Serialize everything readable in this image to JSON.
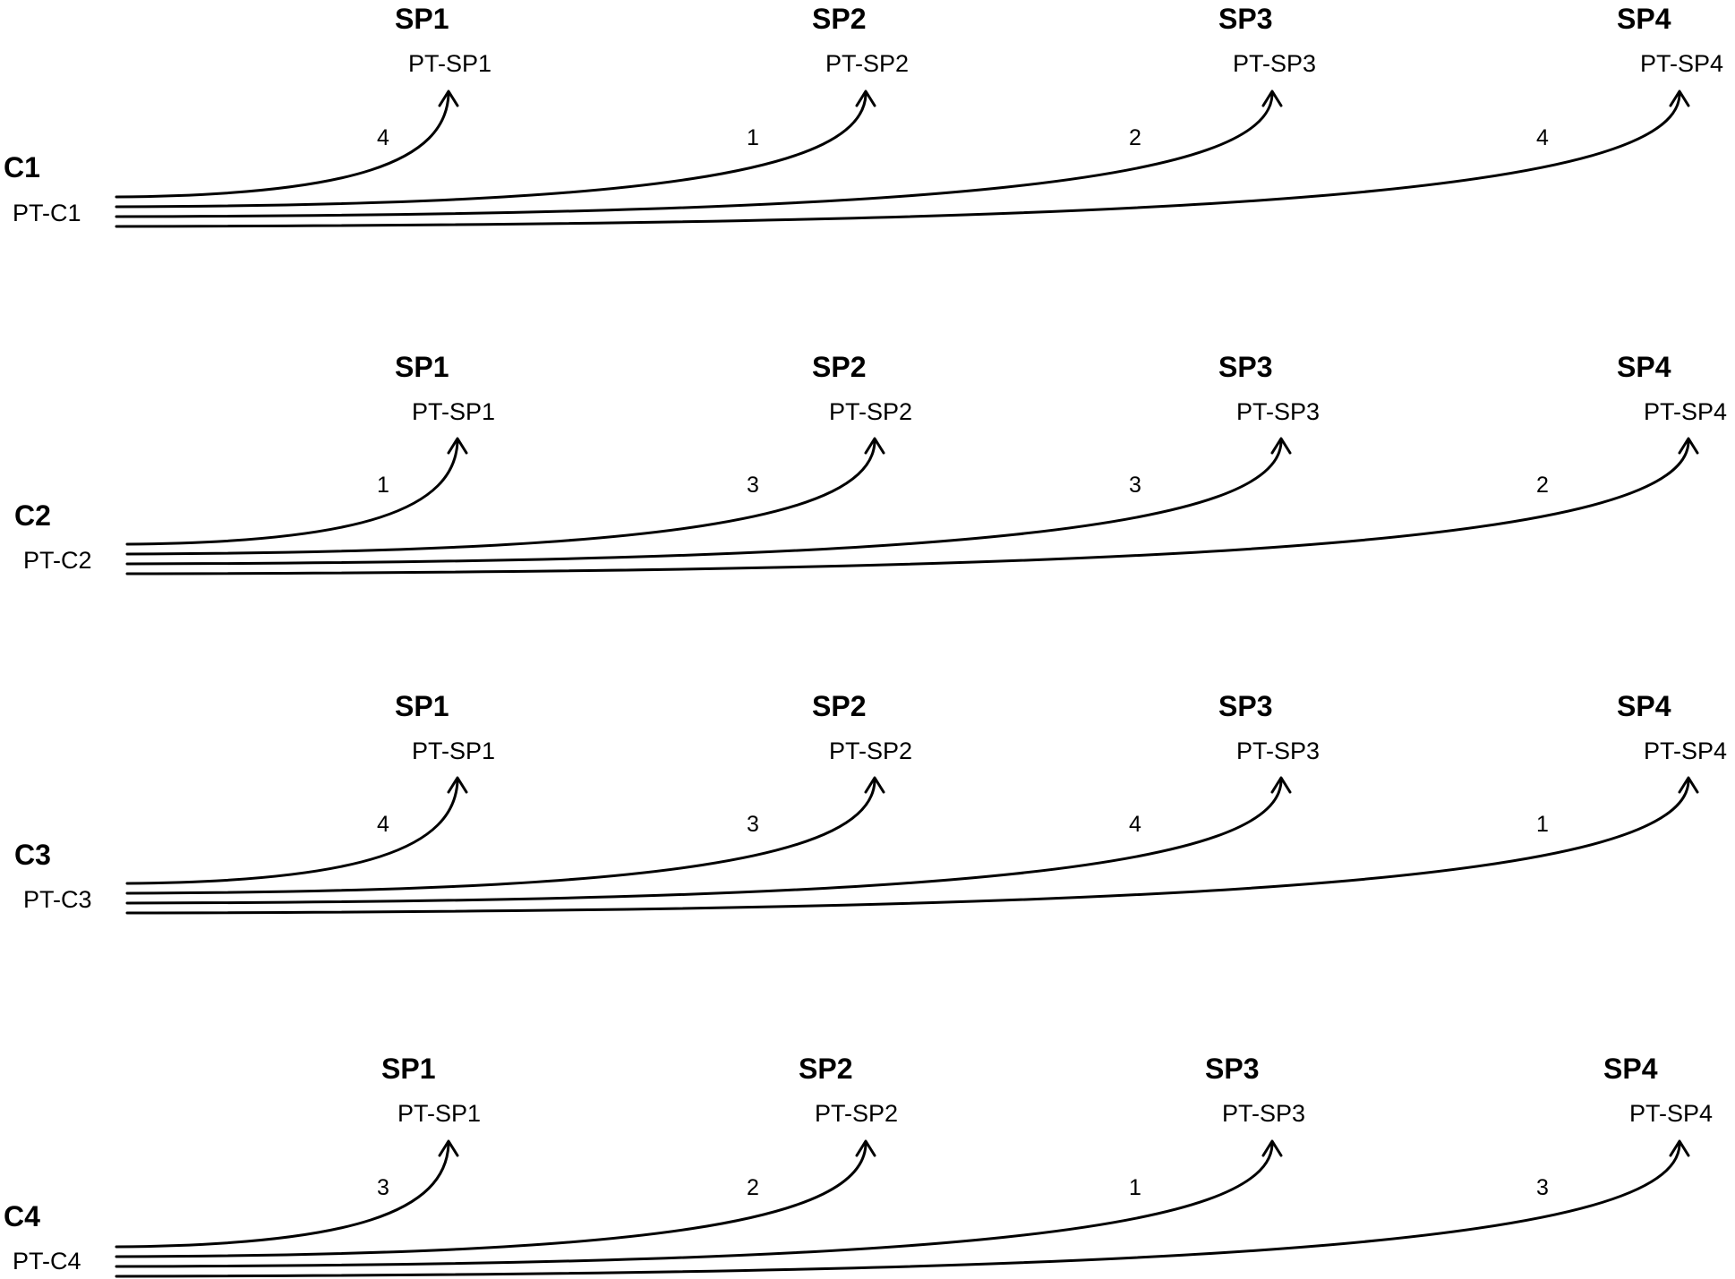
{
  "colors": {
    "background": "#ffffff",
    "stroke": "#000000",
    "text": "#000000"
  },
  "blocks": [
    {
      "name": "C1",
      "sub": "PT-C1",
      "targets": [
        {
          "name": "SP1",
          "sub": "PT-SP1",
          "weight": "4"
        },
        {
          "name": "SP2",
          "sub": "PT-SP2",
          "weight": "1"
        },
        {
          "name": "SP3",
          "sub": "PT-SP3",
          "weight": "2"
        },
        {
          "name": "SP4",
          "sub": "PT-SP4",
          "weight": "4"
        }
      ]
    },
    {
      "name": "C2",
      "sub": "PT-C2",
      "targets": [
        {
          "name": "SP1",
          "sub": "PT-SP1",
          "weight": "1"
        },
        {
          "name": "SP2",
          "sub": "PT-SP2",
          "weight": "3"
        },
        {
          "name": "SP3",
          "sub": "PT-SP3",
          "weight": "3"
        },
        {
          "name": "SP4",
          "sub": "PT-SP4",
          "weight": "2"
        }
      ]
    },
    {
      "name": "C3",
      "sub": "PT-C3",
      "targets": [
        {
          "name": "SP1",
          "sub": "PT-SP1",
          "weight": "4"
        },
        {
          "name": "SP2",
          "sub": "PT-SP2",
          "weight": "3"
        },
        {
          "name": "SP3",
          "sub": "PT-SP3",
          "weight": "4"
        },
        {
          "name": "SP4",
          "sub": "PT-SP4",
          "weight": "1"
        }
      ]
    },
    {
      "name": "C4",
      "sub": "PT-C4",
      "targets": [
        {
          "name": "SP1",
          "sub": "PT-SP1",
          "weight": "3"
        },
        {
          "name": "SP2",
          "sub": "PT-SP2",
          "weight": "2"
        },
        {
          "name": "SP3",
          "sub": "PT-SP3",
          "weight": "1"
        },
        {
          "name": "SP4",
          "sub": "PT-SP4",
          "weight": "3"
        }
      ]
    }
  ]
}
